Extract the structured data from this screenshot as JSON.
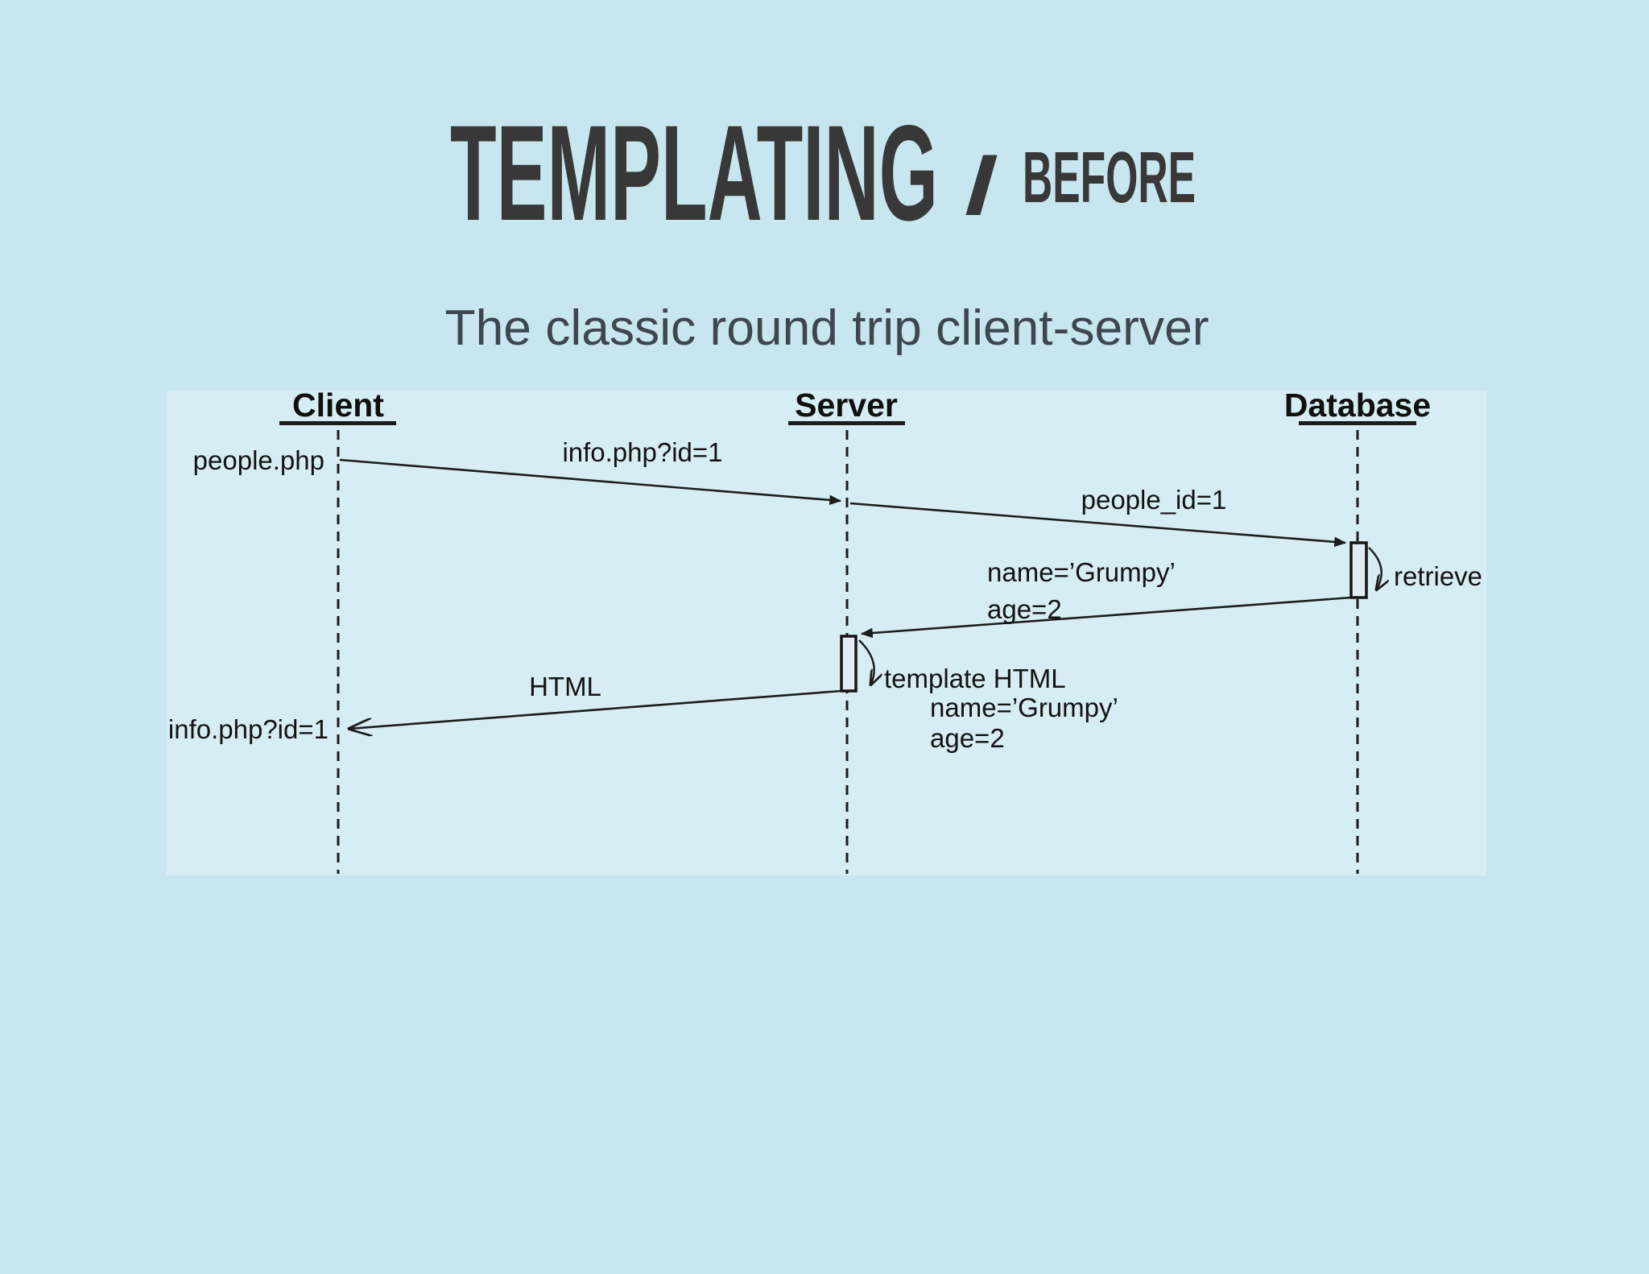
{
  "colors": {
    "background": "#c8e6ef",
    "panel": "#d7edf4",
    "ink": "#1c1c1c",
    "title": "#383838",
    "subtitle": "#3e4650",
    "activation_fill": "#e2ebf4"
  },
  "title": {
    "main": "TEMPLATING",
    "separator": "/",
    "qualifier": "BEFORE"
  },
  "subtitle": "The classic round trip client-server",
  "diagram": {
    "type": "sequence",
    "actors": [
      {
        "label": "Client"
      },
      {
        "label": "Server"
      },
      {
        "label": "Database"
      }
    ],
    "messages": [
      {
        "from": "Client",
        "to": "Server",
        "label": "info.php?id=1",
        "origin_label": "people.php"
      },
      {
        "from": "Server",
        "to": "Database",
        "label": "people_id=1"
      },
      {
        "from": "Database",
        "to": "Server",
        "label_lines": [
          "name=’Grumpy’",
          "age=2"
        ]
      },
      {
        "from": "Server",
        "to": "Client",
        "label": "HTML",
        "destination_label": "info.php?id=1"
      }
    ],
    "self_calls": [
      {
        "actor": "Database",
        "label": "retrieve"
      },
      {
        "actor": "Server",
        "label": "template HTML",
        "result_lines": [
          "name=’Grumpy’",
          "age=2"
        ]
      }
    ]
  }
}
